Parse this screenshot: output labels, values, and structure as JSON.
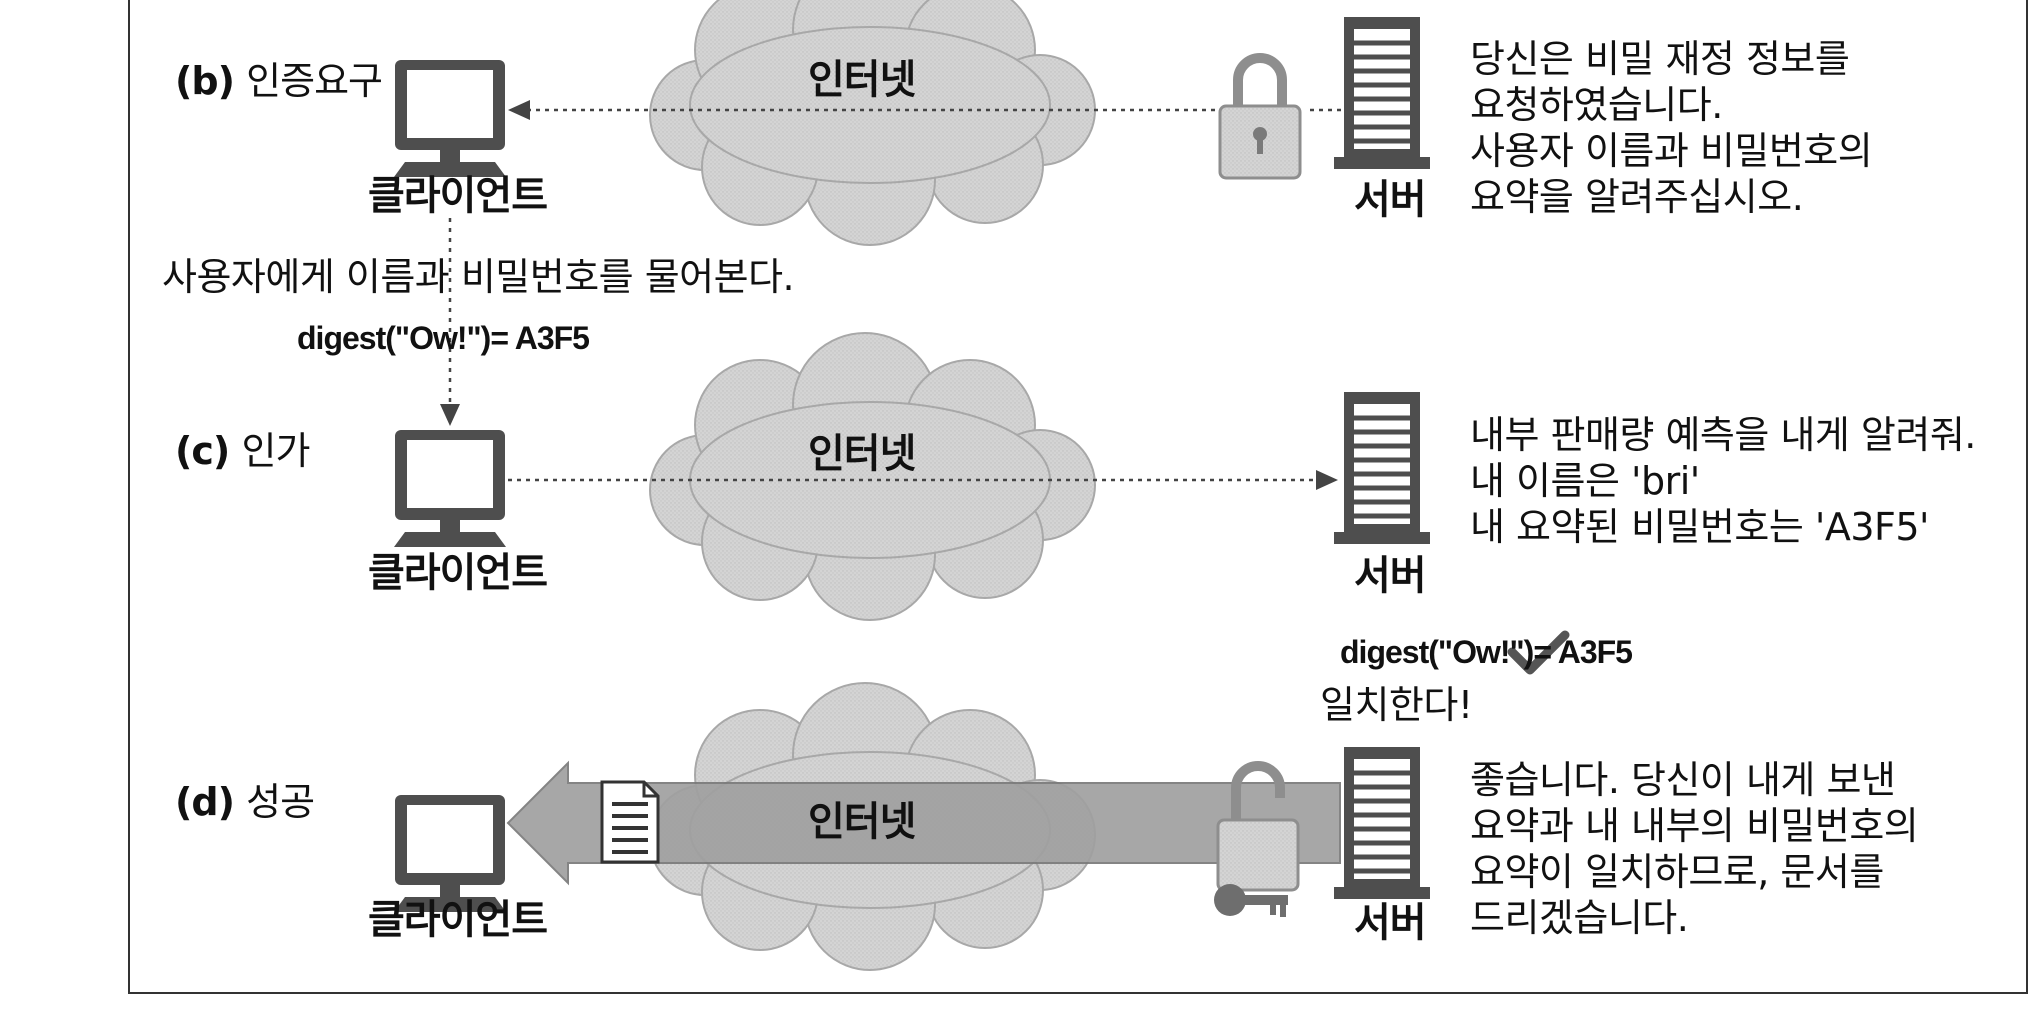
{
  "colors": {
    "cloud_fill": "#d2d2d2",
    "cloud_stroke": "#a8a8a8",
    "monitor": "#4e4e4e",
    "server": "#4e4e4e",
    "lock": "#9a9a9a",
    "line": "#444444",
    "arrow_band": "#9c9c9c",
    "check": "#555555"
  },
  "stages": {
    "b": {
      "marker": "(b)",
      "label": "인증요구"
    },
    "c": {
      "marker": "(c)",
      "label": "인가"
    },
    "d": {
      "marker": "(d)",
      "label": "성공"
    }
  },
  "labels": {
    "client": "클라이언트",
    "server": "서버",
    "internet": "인터넷"
  },
  "notes": {
    "ask_user": "사용자에게 이름과 비밀번호를 물어본다.",
    "client_digest": "digest(\"Ow!\")= A3F5",
    "server_digest": "digest(\"Ow!\")= A3F5",
    "match": "일치한다!"
  },
  "messages": {
    "b": "당신은 비밀 재정 정보를\n요청하였습니다.\n사용자 이름과 비밀번호의\n요약을 알려주십시오.",
    "c": "내부 판매량 예측을 내게 알려줘.\n내 이름은 'bri'\n내 요약된 비밀번호는 'A3F5'",
    "d": "좋습니다. 당신이 내게 보낸\n요약과 내 내부의 비밀번호의\n요약이 일치하므로, 문서를\n드리겠습니다."
  },
  "icons": {
    "client": "computer-monitor-icon",
    "server": "server-tower-icon",
    "locked": "padlock-locked-icon",
    "unlocked": "padlock-unlocked-icon",
    "key": "key-icon",
    "document": "document-icon",
    "check": "checkmark-icon",
    "cloud": "cloud-icon"
  }
}
